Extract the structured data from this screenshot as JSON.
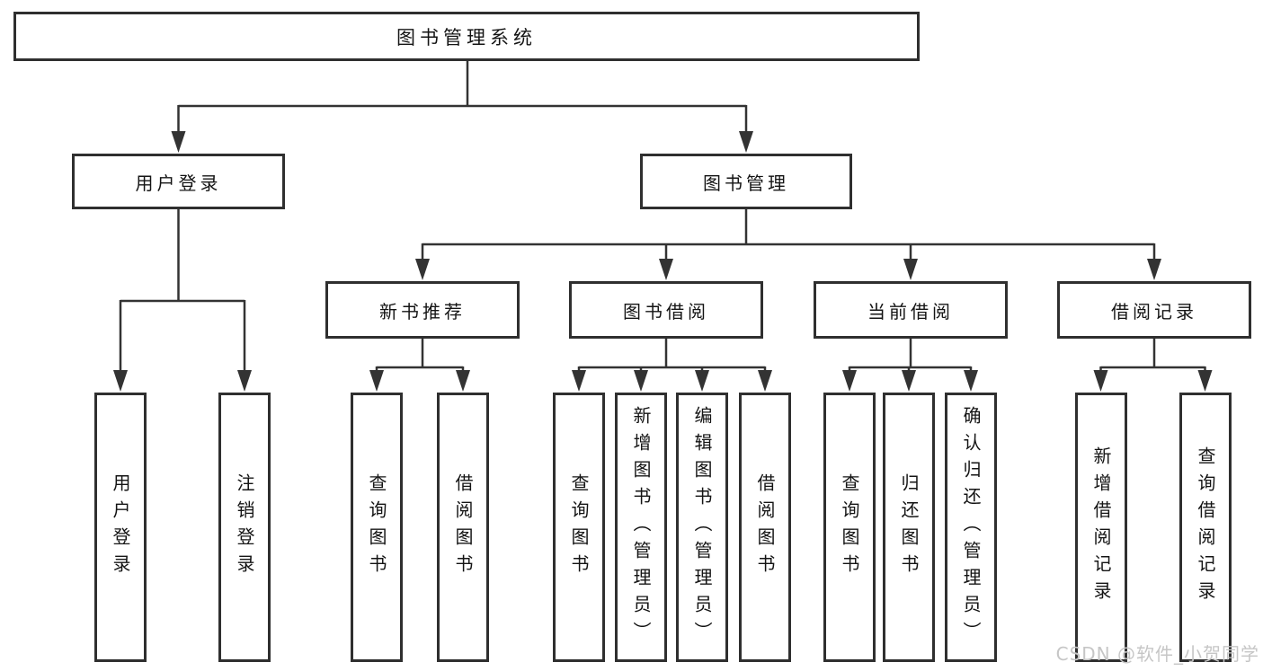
{
  "colors": {
    "background": "#ffffff",
    "line": "#333333",
    "box_border": "#2f2f2f",
    "box_fill": "#ffffff",
    "text": "#141414",
    "watermark_text": "#c6c6c6"
  },
  "tree": {
    "root": {
      "label": "图书管理系统"
    },
    "level2": [
      {
        "label": "用户登录",
        "leaves": [
          {
            "label": "用户登录"
          },
          {
            "label": "注销登录"
          }
        ]
      },
      {
        "label": "图书管理",
        "groups": [
          {
            "label": "新书推荐",
            "leaves": [
              {
                "label": "查询图书"
              },
              {
                "label": "借阅图书"
              }
            ]
          },
          {
            "label": "图书借阅",
            "leaves": [
              {
                "label": "查询图书"
              },
              {
                "label": "新增图书（管理员）"
              },
              {
                "label": "编辑图书（管理员）"
              },
              {
                "label": "借阅图书"
              }
            ]
          },
          {
            "label": "当前借阅",
            "leaves": [
              {
                "label": "查询图书"
              },
              {
                "label": "归还图书"
              },
              {
                "label": "确认归还（管理员）"
              }
            ]
          },
          {
            "label": "借阅记录",
            "leaves": [
              {
                "label": "新增借阅记录"
              },
              {
                "label": "查询借阅记录"
              }
            ]
          }
        ]
      }
    ]
  },
  "watermark": {
    "text": "CSDN @软件_小贺同学"
  }
}
